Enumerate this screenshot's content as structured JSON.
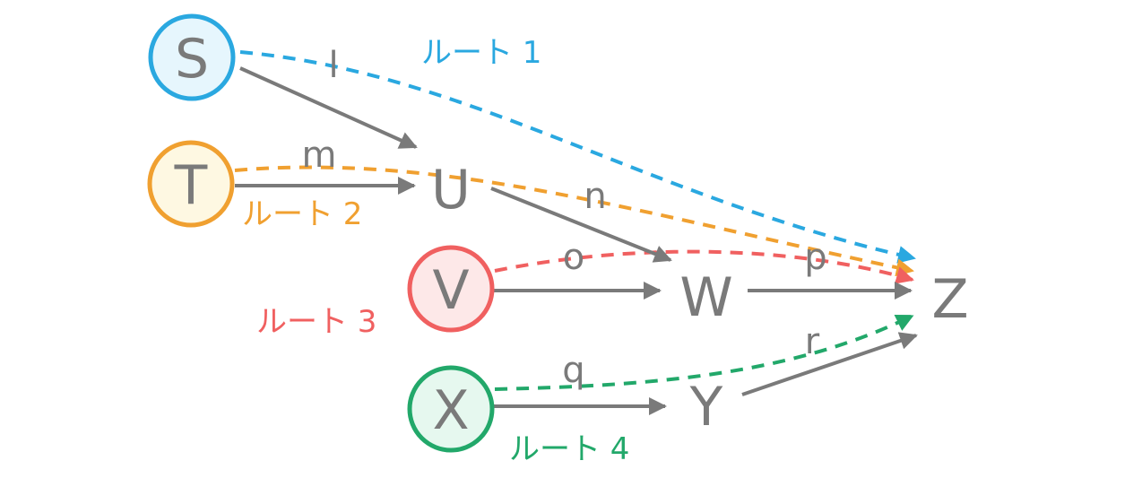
{
  "colors": {
    "gray": "#7a7a7a",
    "route1": "#2aa8e0",
    "route2": "#f0a030",
    "route3": "#f06060",
    "route4": "#22a86a",
    "fill_S": "#e6f6fd",
    "fill_T": "#fef8e2",
    "fill_V": "#fde8e8",
    "fill_X": "#e6f8ef"
  },
  "nodes": {
    "S": "S",
    "T": "T",
    "U": "U",
    "V": "V",
    "W": "W",
    "X": "X",
    "Y": "Y",
    "Z": "Z"
  },
  "edge_labels": {
    "l": "l",
    "m": "m",
    "n": "n",
    "o": "o",
    "p": "p",
    "q": "q",
    "r": "r"
  },
  "routes": [
    {
      "label": "ルート 1"
    },
    {
      "label": "ルート 2"
    },
    {
      "label": "ルート 3"
    },
    {
      "label": "ルート 4"
    }
  ]
}
